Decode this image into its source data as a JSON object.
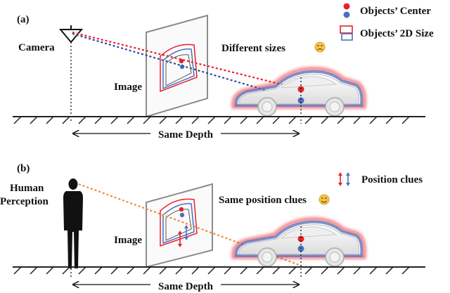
{
  "panel_a": {
    "tag": "(a)",
    "camera_label": "Camera",
    "image_label": "Image",
    "note": "Different sizes",
    "depth_label": "Same Depth"
  },
  "panel_b": {
    "tag": "(b)",
    "human_label_line1": "Human",
    "human_label_line2": "Perception",
    "image_label": "Image",
    "note": "Same position clues",
    "depth_label": "Same Depth"
  },
  "legend": {
    "center_label": "Objects’ Center",
    "size_label": "Objects’ 2D Size",
    "clues_label": "Position clues"
  },
  "colors": {
    "red": "#e8202a",
    "blue": "#4a6fc0",
    "orange": "#f08a3c",
    "frame": "#8c8c8c",
    "ground": "#222222"
  },
  "icons": {
    "sad_face": "frowning-emoji",
    "happy_face": "smiling-emoji"
  }
}
